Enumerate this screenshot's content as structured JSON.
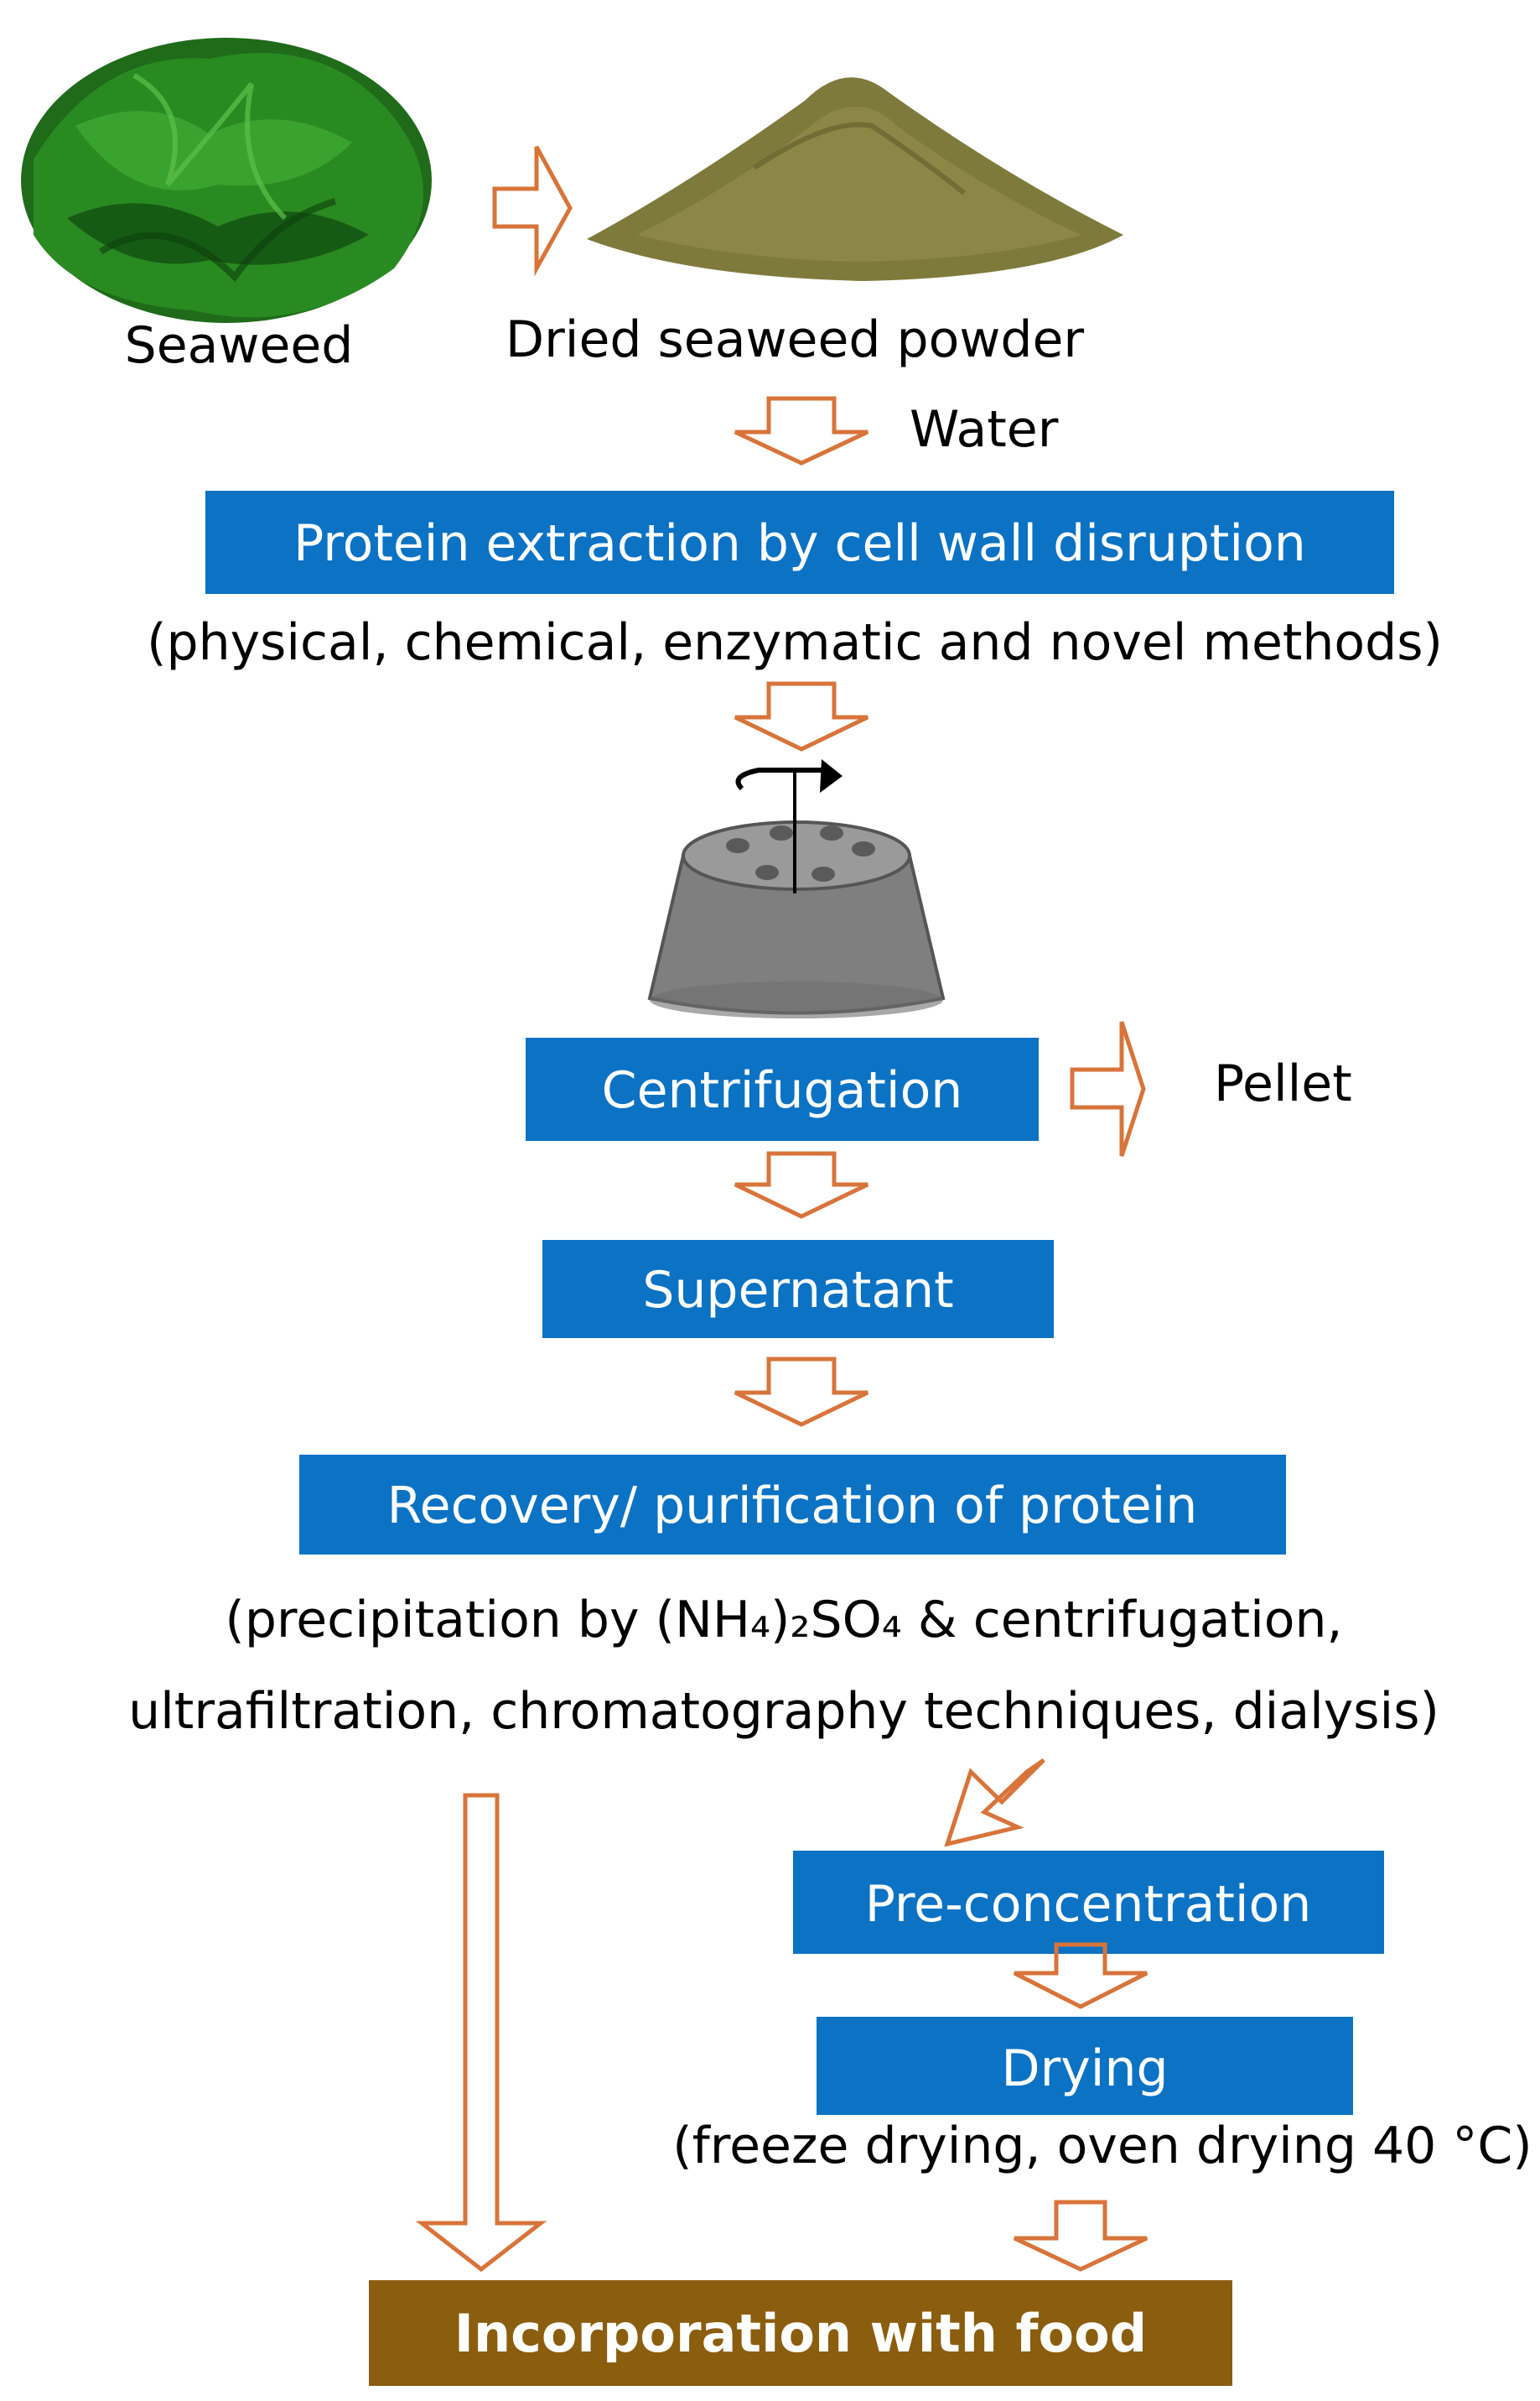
{
  "labels": {
    "seaweed": "Seaweed",
    "powder": "Dried seaweed powder",
    "water": "Water",
    "extraction_methods": "(physical, chemical, enzymatic and novel methods)",
    "pellet": "Pellet",
    "purification_methods_line1": "(precipitation by (NH₄)₂SO₄ & centrifugation,",
    "purification_methods_line2": "ultrafiltration, chromatography techniques, dialysis)",
    "drying_methods": "(freeze drying, oven drying 40 °C)"
  },
  "boxes": {
    "extraction": "Protein extraction by cell wall disruption",
    "centrifugation": "Centrifugation",
    "supernatant": "Supernatant",
    "recovery": "Recovery/ purification of protein",
    "preconcentration": "Pre-concentration",
    "drying": "Drying",
    "food": "Incorporation with food"
  },
  "colors": {
    "process_box": "#0b72c4",
    "food_box": "#8b5d0e",
    "arrow_outline": "#d8743a",
    "seaweed": "#1f6b1a",
    "powder": "#7d7a3c",
    "centrifuge": "#7f7f7f"
  }
}
